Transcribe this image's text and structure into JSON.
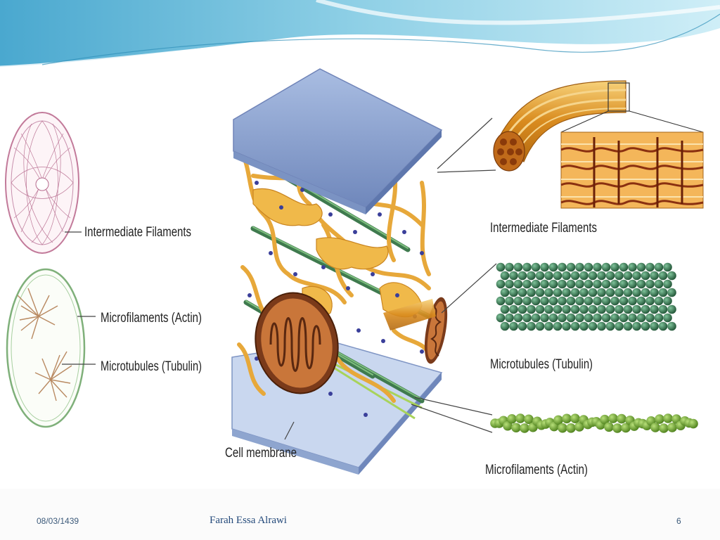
{
  "slide": {
    "labels": {
      "left_intermediate": "Intermediate Filaments",
      "left_microfilaments": "Microfilaments (Actin)",
      "left_microtubules": "Microtubules (Tubulin)",
      "cell_membrane": "Cell membrane",
      "right_intermediate": "Intermediate Filaments",
      "right_microtubules": "Microtubules (Tubulin)",
      "right_microfilaments": "Microfilaments (Actin)"
    },
    "footer": {
      "date": "08/03/1439",
      "author": "Farah Essa Alrawi",
      "page_number": "6"
    },
    "colors": {
      "header_blue": "#5fb8d6",
      "header_light": "#bfe6f2",
      "footer_text": "#23497a",
      "intermediate_orange": "#e5a43a",
      "microtubule_green": "#2f6b45",
      "microfilament_green": "#7bb03a",
      "mitochondrion_brown": "#7a3a1a",
      "membrane_blue": "#8ea5cf"
    }
  }
}
